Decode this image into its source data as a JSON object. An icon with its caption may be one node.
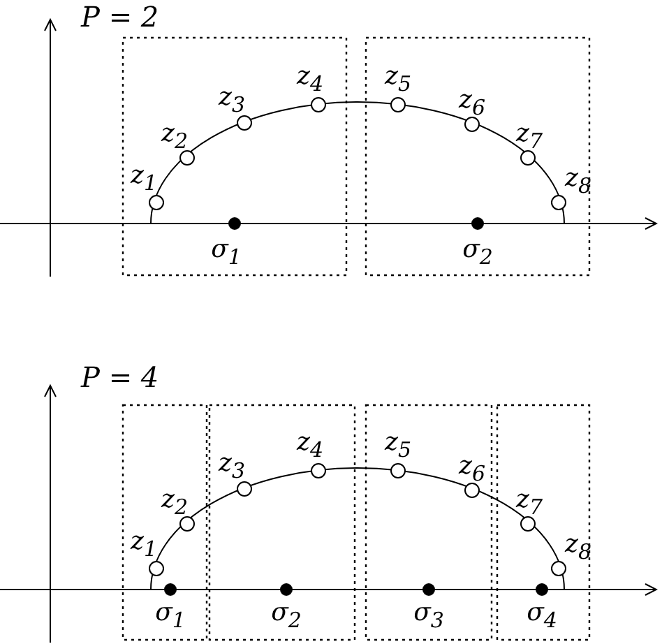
{
  "diagram": {
    "labels": [
      "P = 2",
      "z$_{1}$",
      "z$_{2}$",
      "z$_{3}$",
      "z$_{4}$",
      "z$_{5}$",
      "z$_{6}$",
      "z$_{7}$",
      "z$_{8}$",
      "σ$_{1}$",
      "σ$_{2}$",
      "P = 4",
      "z$_{1}$",
      "z$_{2}$",
      "z$_{3}$",
      "z$_{4}$",
      "z$_{5}$",
      "z$_{6}$",
      "z$_{7}$",
      "z$_{8}$",
      "σ$_{1}$",
      "σ$_{2}$",
      "σ$_{3}$",
      "σ$_{4}$"
    ]
  }
}
